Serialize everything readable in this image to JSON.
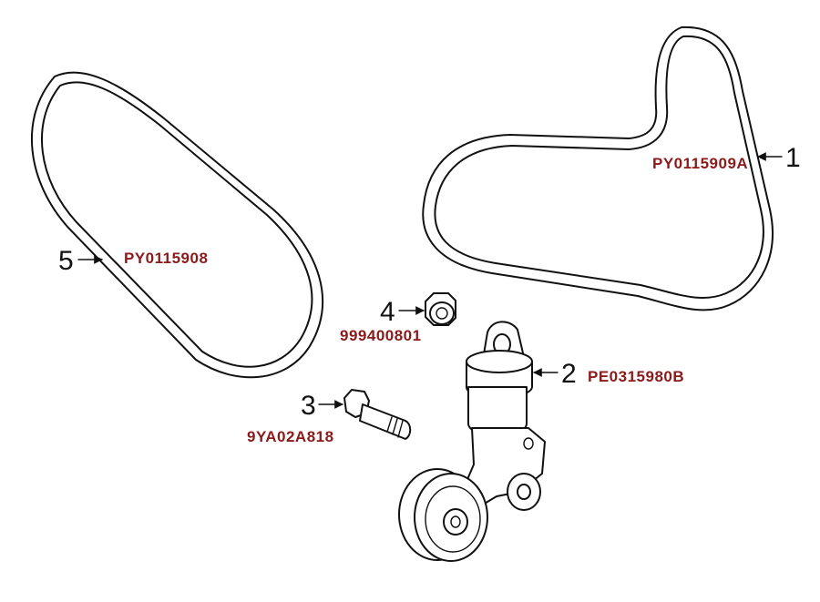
{
  "colors": {
    "part_code": "#8b1a1a",
    "line": "#111111"
  },
  "callouts": [
    {
      "number": "1",
      "part_code": "PY0115909A"
    },
    {
      "number": "2",
      "part_code": "PE0315980B"
    },
    {
      "number": "3",
      "part_code": "9YA02A818"
    },
    {
      "number": "4",
      "part_code": "999400801"
    },
    {
      "number": "5",
      "part_code": "PY0115908"
    }
  ]
}
